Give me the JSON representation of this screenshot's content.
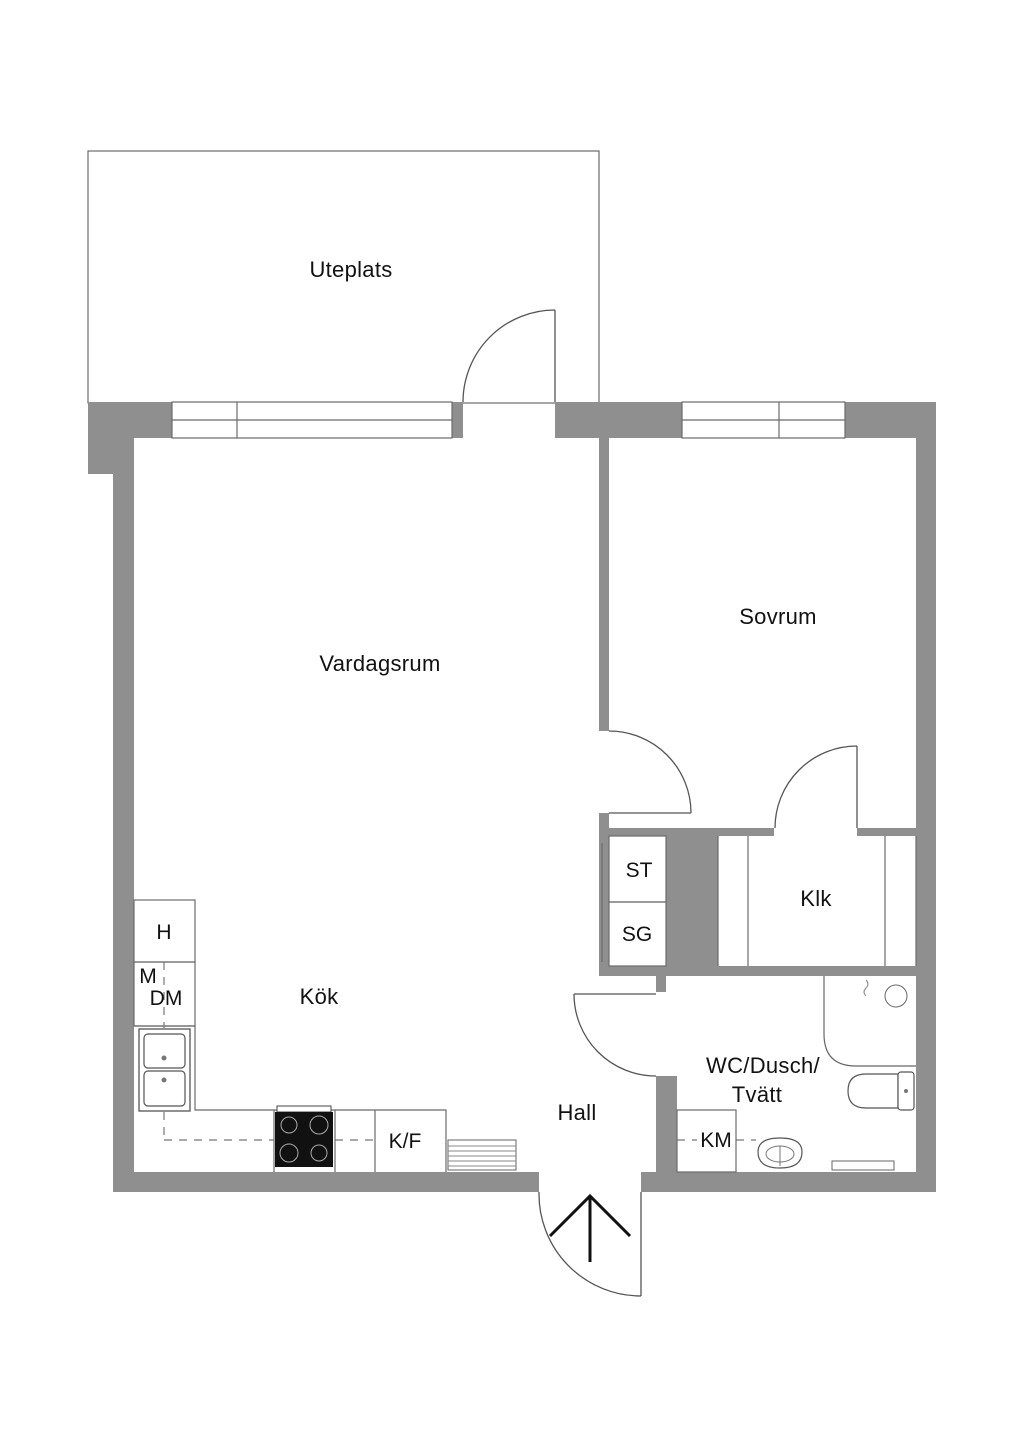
{
  "rooms": {
    "uteplats": "Uteplats",
    "vardagsrum": "Vardagsrum",
    "sovrum": "Sovrum",
    "kok": "Kök",
    "klk": "Klk",
    "hall": "Hall",
    "wc_line1": "WC/Dusch/",
    "wc_line2": "Tvätt"
  },
  "fixtures": {
    "h": "H",
    "m": "M",
    "dm": "DM",
    "kf": "K/F",
    "st": "ST",
    "sg": "SG",
    "km": "KM"
  },
  "colors": {
    "wall": "#8f8f8f",
    "line": "#6b6b6b",
    "stove": "#111111",
    "background": "#ffffff"
  }
}
